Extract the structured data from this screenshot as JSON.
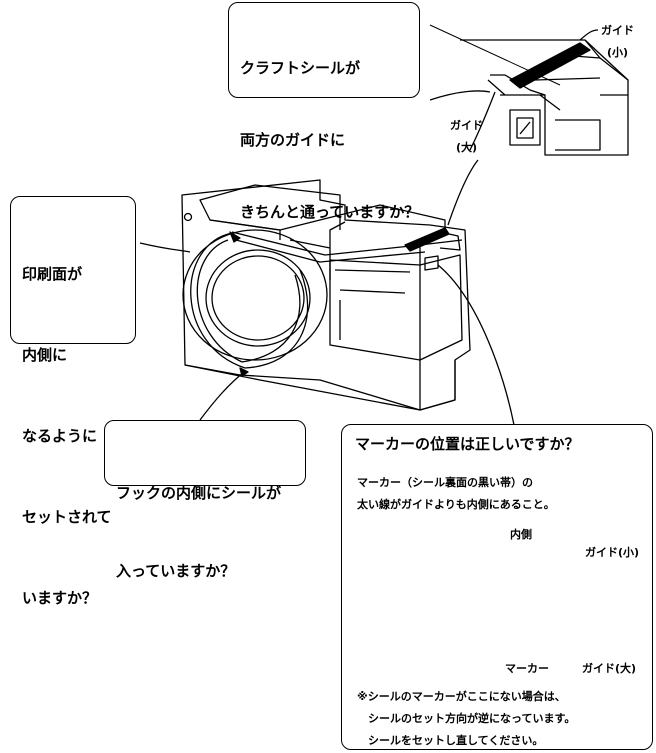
{
  "callouts": {
    "top": [
      "クラフトシールが",
      "両方のガイドに",
      "きちんと通っていますか？"
    ],
    "left": [
      "印刷面が",
      "内側に",
      "なるように",
      "セットされて",
      "いますか？"
    ],
    "hook": [
      "フックの内側にシールが",
      "入っていますか？"
    ],
    "marker": {
      "title": "マーカーの位置は正しいですか？",
      "desc": [
        "マーカー（シール裏面の黒い帯）の",
        "太い線がガイドよりも内側にあること。"
      ],
      "notes": [
        "※シールのマーカーがここにない場合は、",
        "　シールのセット方向が逆になっています。",
        "　シールをセットし直してください。"
      ]
    }
  },
  "labels": {
    "guide_small": "ガイド",
    "guide_small_paren": "(小)",
    "guide_large": "ガイド",
    "guide_large_paren": "(大)",
    "inner": "内側",
    "guide_small_inline": "ガイド(小)",
    "guide_large_inline": "ガイド(大)",
    "marker": "マーカー"
  }
}
